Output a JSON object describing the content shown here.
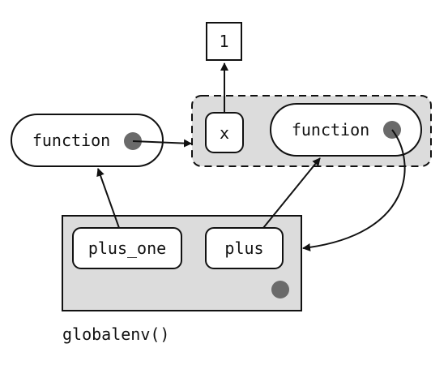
{
  "value_box": {
    "text": "1"
  },
  "left_function": {
    "label": "function"
  },
  "enclosing_env": {
    "binding": "x",
    "function_label": "function"
  },
  "global_env": {
    "name": "globalenv()",
    "bindings": [
      "plus_one",
      "plus"
    ]
  },
  "colors": {
    "stroke": "#111111",
    "env_fill": "#dcdcdc",
    "dot": "#6a6a6a",
    "box_fill": "#ffffff"
  }
}
